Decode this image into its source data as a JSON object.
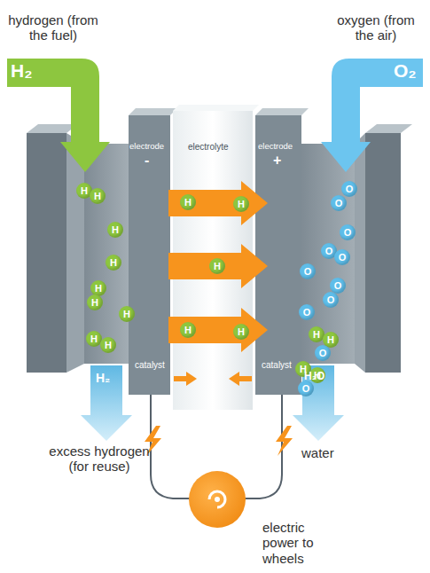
{
  "diagram": {
    "nodes": [
      {
        "text": [
          "H"
        ]
      },
      {
        "text": [
          "H"
        ]
      },
      {
        "text": [
          "H"
        ]
      },
      {
        "text": [
          "H"
        ]
      },
      {
        "text": [
          "H"
        ]
      },
      {
        "text": [
          "H"
        ]
      },
      {
        "text": [
          "H"
        ]
      },
      {
        "text": [
          "H"
        ]
      },
      {
        "text": [
          "H"
        ]
      },
      {
        "text": [
          "H"
        ]
      },
      {
        "text": [
          "H"
        ]
      },
      {
        "text": [
          "H"
        ]
      },
      {
        "text": [
          "H"
        ]
      },
      {
        "text": [
          "H"
        ]
      },
      {
        "text": [
          "H"
        ]
      },
      {
        "text": [
          "H"
        ]
      },
      {
        "text": [
          "H"
        ]
      },
      {
        "text": [
          "H"
        ]
      },
      {
        "text": [
          "O"
        ]
      },
      {
        "text": [
          "O"
        ]
      },
      {
        "text": [
          "O"
        ]
      },
      {
        "text": [
          "O"
        ]
      },
      {
        "text": [
          "O"
        ]
      },
      {
        "text": [
          "O"
        ]
      },
      {
        "text": [
          "O"
        ]
      },
      {
        "text": [
          "O"
        ]
      },
      {
        "text": [
          "O"
        ]
      },
      {
        "text": [
          "O"
        ]
      },
      {
        "text": [
          "O"
        ]
      }
    ],
    "labels": [
      "hydrogen (from the fuel)",
      "H₂",
      "oxygen (from the air)",
      "O₂",
      "electrode",
      "-",
      "electrolyte",
      "electrode",
      "+",
      "catalyst",
      "catalyst",
      "H₂",
      "excess hydrogen (for reuse)",
      "H₂O",
      "water",
      "electric power to wheels"
    ]
  }
}
